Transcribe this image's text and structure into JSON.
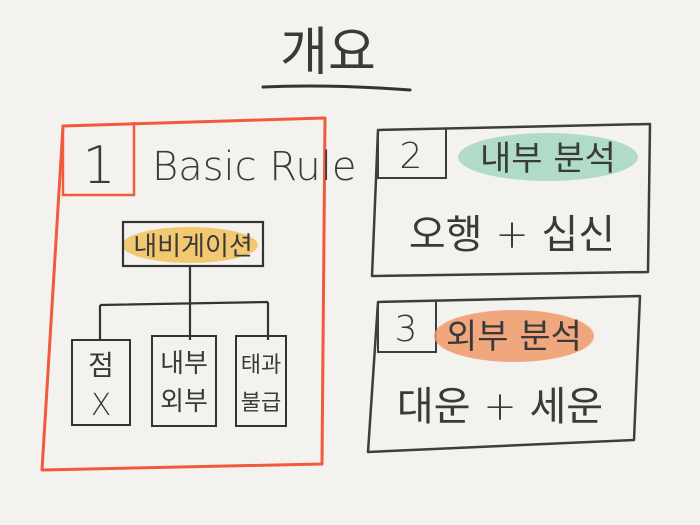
{
  "title": "개요",
  "sections": [
    {
      "number": "1",
      "heading": "Basic Rule",
      "root": "내비게이션",
      "children": [
        {
          "line1": "점",
          "line2": "X"
        },
        {
          "line1": "내부",
          "line2": "외부"
        },
        {
          "line1": "태과",
          "line2": "불급"
        }
      ]
    },
    {
      "number": "2",
      "heading": "내부 분석",
      "body": "오행 + 십신"
    },
    {
      "number": "3",
      "heading": "외부 분석",
      "body": "대운 + 세운"
    }
  ],
  "colors": {
    "title_ink": "#333333",
    "box1_border": "#ef5b3c",
    "box_border": "#3d3d3d",
    "num_red": "#d8214a",
    "highlight_yellow": "#f1c15a",
    "highlight_green": "#a9d8c4",
    "highlight_orange": "#ef9a68",
    "child1_ink": "#6fb3d6",
    "child2_ink": "#e46a2a",
    "child3_ink": "#4f7a4a"
  }
}
